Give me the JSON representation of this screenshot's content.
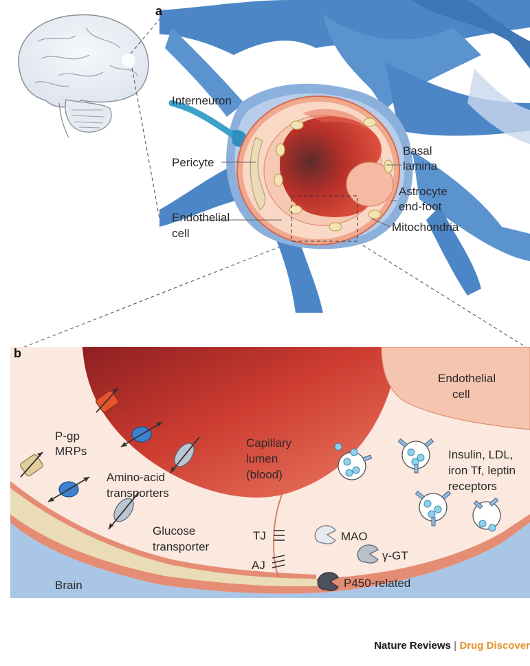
{
  "panel_a": {
    "letter": "a",
    "labels": {
      "interneuron": "Interneuron",
      "pericyte": "Pericyte",
      "endothelial_1": "Endothelial",
      "endothelial_2": "cell",
      "basal_1": "Basal",
      "basal_2": "lamina",
      "astro_1": "Astrocyte",
      "astro_2": "end-foot",
      "mito": "Mitochondria"
    }
  },
  "panel_b": {
    "letter": "b",
    "labels": {
      "endo_1": "Endothelial",
      "endo_2": "cell",
      "pgp_1": "P-gp",
      "pgp_2": "MRPs",
      "amino_1": "Amino-acid",
      "amino_2": "transporters",
      "glucose_1": "Glucose",
      "glucose_2": "transporter",
      "lumen_1": "Capillary",
      "lumen_2": "lumen",
      "lumen_3": "(blood)",
      "rec_1": "Insulin, LDL,",
      "rec_2": "iron Tf, leptin",
      "rec_3": "receptors",
      "tj": "TJ",
      "aj": "AJ",
      "mao": "MAO",
      "ggt": "γ-GT",
      "p450": "P450-related",
      "brain": "Brain"
    }
  },
  "footer": {
    "journal": "Nature Reviews",
    "sep": " | ",
    "section": "Drug Discover"
  },
  "colors": {
    "astrocyte": "#4d86c6",
    "astrocyte_light": "#c9d7ec",
    "endothelium": "#f6c9b4",
    "blood": "#c8372b",
    "pericyte": "#e9dcb6",
    "footer_accent": "#e0932b"
  }
}
